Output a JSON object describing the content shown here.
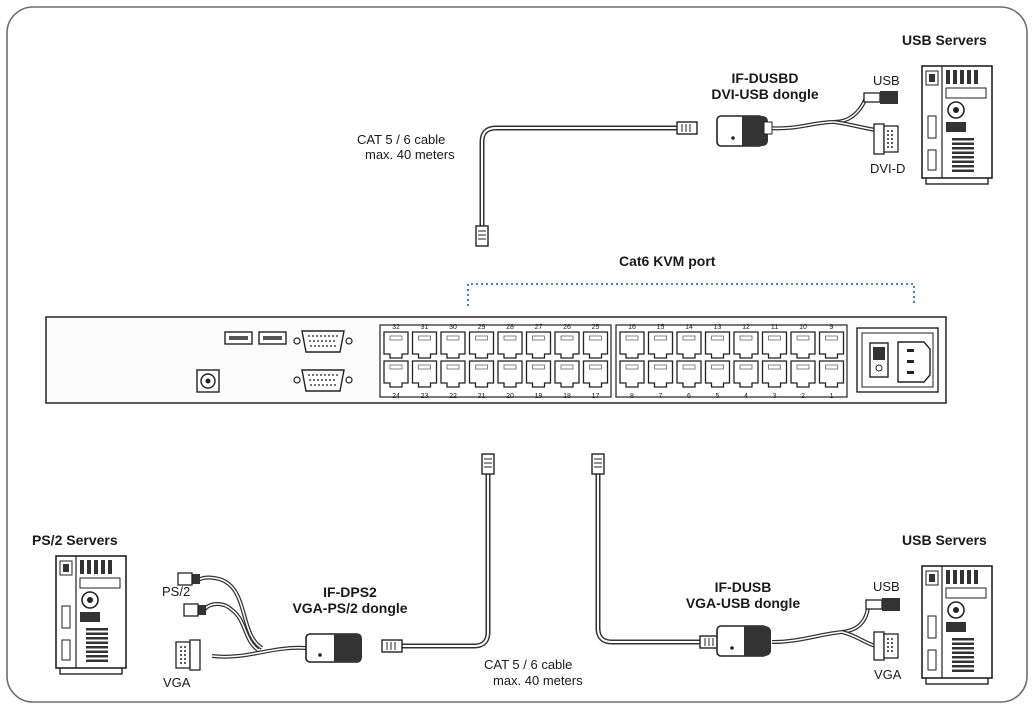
{
  "labels": {
    "usb_servers_top": "USB Servers",
    "usb_servers_bottom": "USB Servers",
    "ps2_servers": "PS/2 Servers",
    "kvm_port": "Cat6 KVM port",
    "cable_top_1": "CAT 5 / 6 cable",
    "cable_top_2": "max. 40 meters",
    "cable_bottom_1": "CAT 5 / 6 cable",
    "cable_bottom_2": "max. 40 meters",
    "dongle_dusbd_1": "IF-DUSBD",
    "dongle_dusbd_2": "DVI-USB dongle",
    "dongle_dps2_1": "IF-DPS2",
    "dongle_dps2_2": "VGA-PS/2 dongle",
    "dongle_dusb_1": "IF-DUSB",
    "dongle_dusb_2": "VGA-USB dongle",
    "conn_usb_top": "USB",
    "conn_dvid": "DVI-D",
    "conn_ps2": "PS/2",
    "conn_vga_left": "VGA",
    "conn_usb_bottom": "USB",
    "conn_vga_right": "VGA"
  },
  "ports": {
    "top_left": [
      "32",
      "31",
      "30",
      "29",
      "28",
      "27",
      "26",
      "25"
    ],
    "bottom_left": [
      "24",
      "23",
      "22",
      "21",
      "20",
      "19",
      "18",
      "17"
    ],
    "top_right": [
      "16",
      "15",
      "14",
      "13",
      "12",
      "11",
      "10",
      "9"
    ],
    "bottom_right": [
      "8",
      "7",
      "6",
      "5",
      "4",
      "3",
      "2",
      "1"
    ]
  }
}
